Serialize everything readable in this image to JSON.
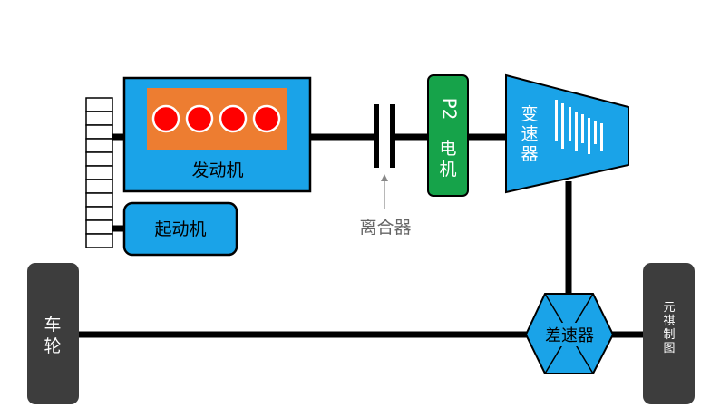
{
  "labels": {
    "engine": "发动机",
    "starter": "起动机",
    "clutch": "离合器",
    "motor_p2": "P2",
    "motor_char1": "电",
    "motor_char2": "机",
    "gearbox_char1": "变",
    "gearbox_char2": "速",
    "gearbox_char3": "器",
    "differential": "差速器",
    "wheel_left_char1": "车",
    "wheel_left_char2": "轮",
    "watermark_chars": [
      "元",
      "祺",
      "制",
      "图"
    ]
  },
  "colors": {
    "blue": "#1aa3e8",
    "orange": "#ed7d31",
    "red": "#ff0000",
    "green": "#16a34a",
    "dark": "#3d3d3d",
    "line": "#000000",
    "gray_text": "#666666"
  },
  "engine": {
    "cylinder_count": 4
  }
}
